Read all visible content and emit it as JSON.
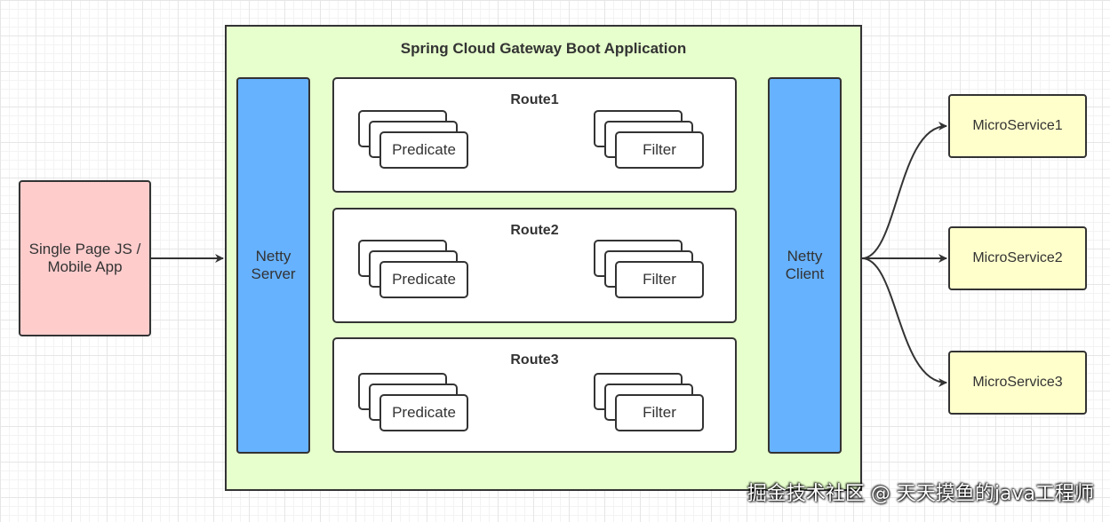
{
  "client": {
    "label": "Single Page JS / Mobile App",
    "color": "#ffcccc"
  },
  "gateway": {
    "title": "Spring Cloud Gateway Boot Application",
    "color": "#e6ffcc"
  },
  "netty_server": {
    "label": "Netty Server",
    "color": "#66b2ff"
  },
  "netty_client": {
    "label": "Netty Client",
    "color": "#66b2ff"
  },
  "routes": [
    {
      "title": "Route1",
      "predicate": "Predicate",
      "filter": "Filter"
    },
    {
      "title": "Route2",
      "predicate": "Predicate",
      "filter": "Filter"
    },
    {
      "title": "Route3",
      "predicate": "Predicate",
      "filter": "Filter"
    }
  ],
  "microservices": [
    {
      "label": "MicroService1"
    },
    {
      "label": "MicroService2"
    },
    {
      "label": "MicroService3"
    }
  ],
  "microservice_color": "#ffffcc",
  "watermark": "掘金技术社区 @ 天天摸鱼的java工程师"
}
